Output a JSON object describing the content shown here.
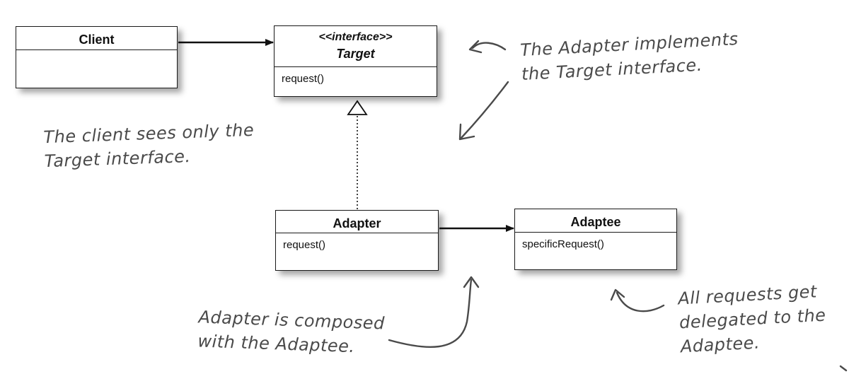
{
  "diagram": {
    "client": {
      "name": "Client"
    },
    "target": {
      "stereotype": "<<interface>>",
      "name": "Target",
      "operation": "request()"
    },
    "adapter": {
      "name": "Adapter",
      "operation": "request()"
    },
    "adaptee": {
      "name": "Adaptee",
      "operation": "specificRequest()"
    }
  },
  "notes": {
    "client_sees": [
      "The client sees only the",
      "Target interface."
    ],
    "adapter_implements": [
      "The Adapter implements",
      "the Target interface."
    ],
    "composed": [
      "Adapter is composed",
      "with the Adaptee."
    ],
    "delegated": [
      "All requests get",
      "delegated to the",
      "Adaptee."
    ]
  },
  "colors": {
    "line": "#111111",
    "handwriting": "#4a4a4a",
    "shadow": "rgba(0,0,0,0.35)"
  }
}
